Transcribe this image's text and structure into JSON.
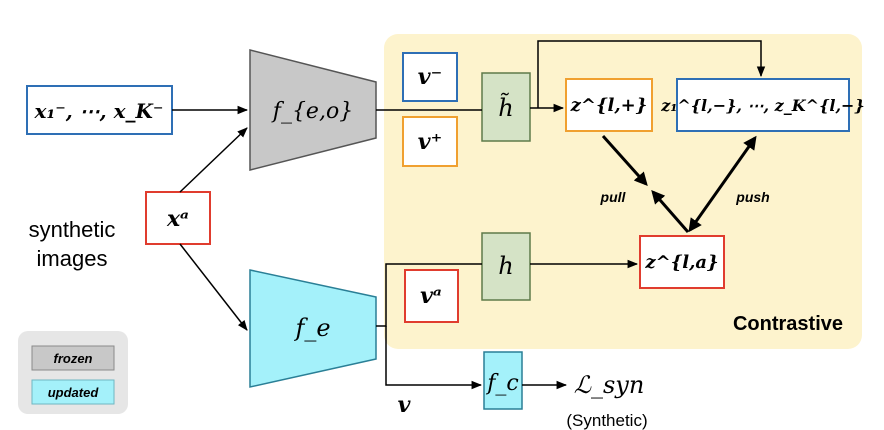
{
  "labels": {
    "neg_inputs": "x₁⁻, ⋯, x_K⁻",
    "anchor_input": "xᵃ",
    "synthetic_images_line1": "synthetic",
    "synthetic_images_line2": "images",
    "encoder_frozen": "f_{e,o}",
    "encoder_updated": "f_e",
    "v_minus": "v⁻",
    "v_plus": "v⁺",
    "v_a": "vᵃ",
    "v": "v",
    "proj_frozen": "h̃",
    "proj_updated": "h",
    "z_pos": "z^{l,+}",
    "z_negs": "z₁^{l,−}, ⋯, z_K^{l,−}",
    "z_anchor": "z^{l,a}",
    "pull": "pull",
    "push": "push",
    "classifier": "f_c",
    "loss": "ℒ_syn",
    "loss_caption": "(Synthetic)",
    "contrastive": "Contrastive",
    "legend_frozen": "frozen",
    "legend_updated": "updated"
  },
  "colors": {
    "frozen": "#c8c8c8",
    "updated": "#a4f1fa",
    "contrastive_bg": "#fdf3cd",
    "proj_fill": "#d5e3c6",
    "blue_border": "#2e6fb5",
    "orange_border": "#f0a030",
    "red_border": "#e03c2e"
  }
}
